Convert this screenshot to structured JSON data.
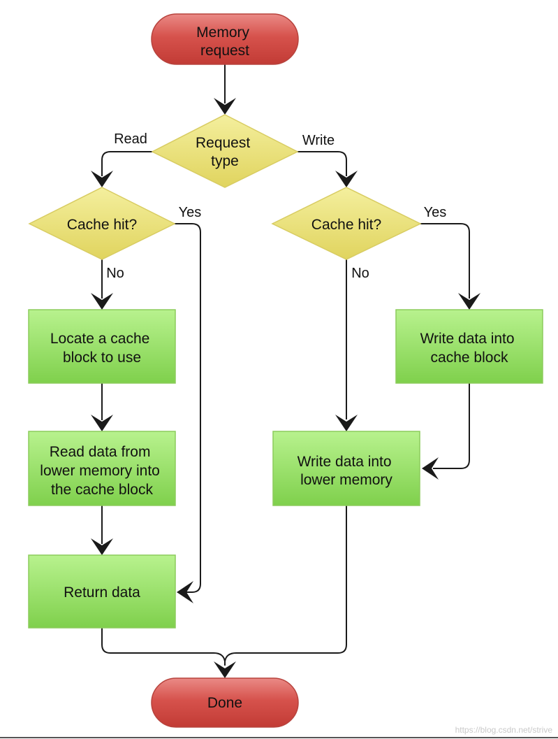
{
  "nodes": {
    "start": {
      "lines": [
        "Memory",
        "request"
      ]
    },
    "request_type": {
      "lines": [
        "Request",
        "type"
      ]
    },
    "read_cache_hit": {
      "lines": [
        "Cache hit?"
      ]
    },
    "write_cache_hit": {
      "lines": [
        "Cache hit?"
      ]
    },
    "locate_block": {
      "lines": [
        "Locate a cache",
        "block to use"
      ]
    },
    "read_from_lower": {
      "lines": [
        "Read data from",
        "lower memory into",
        "the cache block"
      ]
    },
    "return_data": {
      "lines": [
        "Return data"
      ]
    },
    "write_into_cache": {
      "lines": [
        "Write data into",
        "cache block"
      ]
    },
    "write_into_lower": {
      "lines": [
        "Write data into",
        "lower memory"
      ]
    },
    "done": {
      "lines": [
        "Done"
      ]
    }
  },
  "edge_labels": {
    "read": "Read",
    "write": "Write",
    "read_yes": "Yes",
    "read_no": "No",
    "write_yes": "Yes",
    "write_no": "No"
  },
  "watermark": "https://blog.csdn.net/strive"
}
